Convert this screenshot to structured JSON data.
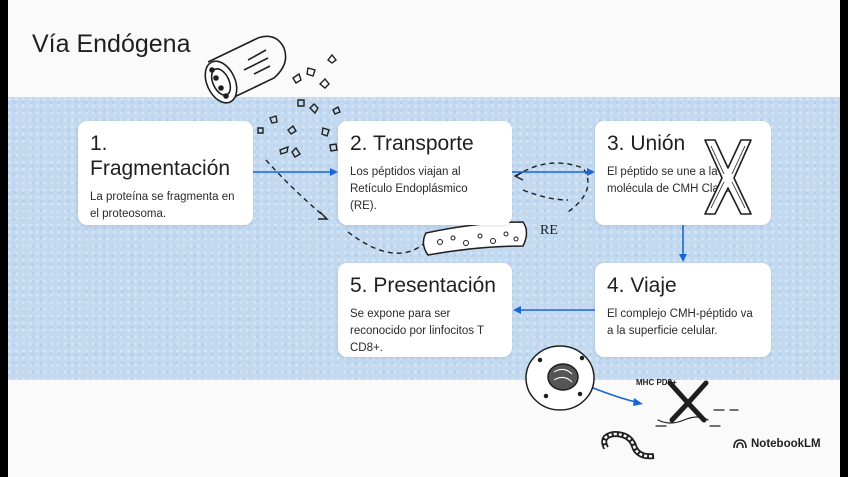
{
  "title": "Vía Endógena",
  "steps": [
    {
      "heading": "1.\nFragmentación",
      "text": "La proteína se fragmenta en el proteosoma."
    },
    {
      "heading": "2. Transporte",
      "text": "Los péptidos viajan al Retículo Endoplásmico (RE)."
    },
    {
      "heading": "3. Unión",
      "text": "El péptido se une a la molécula de CMH Clase I."
    },
    {
      "heading": "4. Viaje",
      "text": "El complejo CMH-péptido va a la superficie celular."
    },
    {
      "heading": "5. Presentación",
      "text": "Se expone para ser reconocido por linfocitos T CD8+."
    }
  ],
  "sketch_labels": {
    "er": "RE",
    "mhc": "MHC PD8+"
  },
  "brand": "NotebookLM",
  "colors": {
    "band": "#c2d9f0",
    "arrow": "#1a66d9",
    "ink": "#1f1f1f"
  }
}
